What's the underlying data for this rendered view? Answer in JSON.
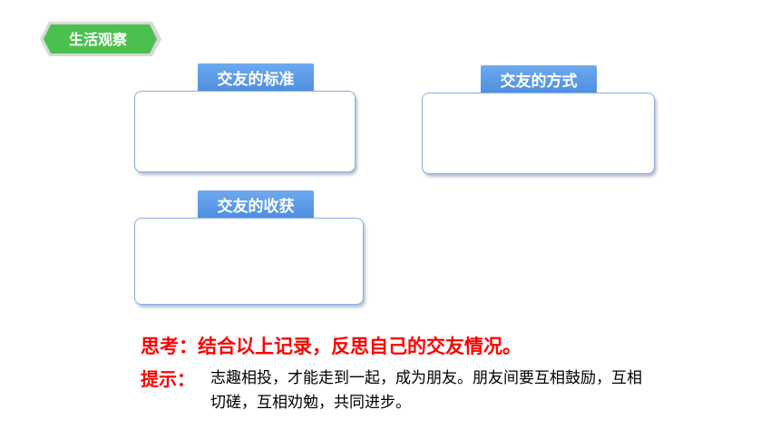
{
  "section_badge": {
    "label": "生活观察",
    "color": "#4cc04f"
  },
  "cards": [
    {
      "title": "交友的标准"
    },
    {
      "title": "交友的方式"
    },
    {
      "title": "交友的收获"
    }
  ],
  "think": {
    "text": "思考：结合以上记录，反思自己的交友情况。"
  },
  "hint": {
    "label": "提示：",
    "text": "志趣相投，才能走到一起，成为朋友。朋友间要互相鼓励，互相切磋，互相劝勉，共同进步。"
  },
  "colors": {
    "tab_blue": "#5b9be8",
    "border_blue": "#8aaee0",
    "emphasis_red": "#ff0000"
  }
}
